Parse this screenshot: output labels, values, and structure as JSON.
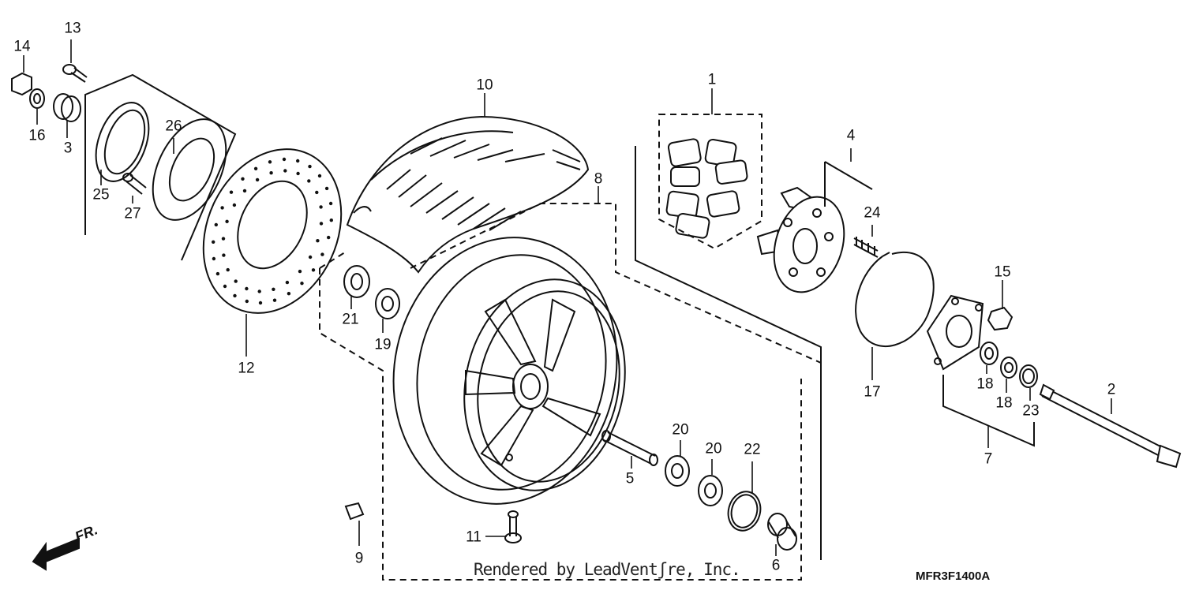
{
  "figure_code": "MFR3F1400A",
  "watermark": "Rendered by LeadVentʃre, Inc.",
  "direction_label": "FR.",
  "callouts": {
    "c1": "1",
    "c2": "2",
    "c3": "3",
    "c4": "4",
    "c5": "5",
    "c6": "6",
    "c7": "7",
    "c8": "8",
    "c9": "9",
    "c10": "10",
    "c11": "11",
    "c12": "12",
    "c13": "13",
    "c14": "14",
    "c15": "15",
    "c16": "16",
    "c17": "17",
    "c18a": "18",
    "c18b": "18",
    "c19": "19",
    "c20a": "20",
    "c20b": "20",
    "c21": "21",
    "c22": "22",
    "c23": "23",
    "c24": "24",
    "c25": "25",
    "c26": "26",
    "c27": "27"
  }
}
